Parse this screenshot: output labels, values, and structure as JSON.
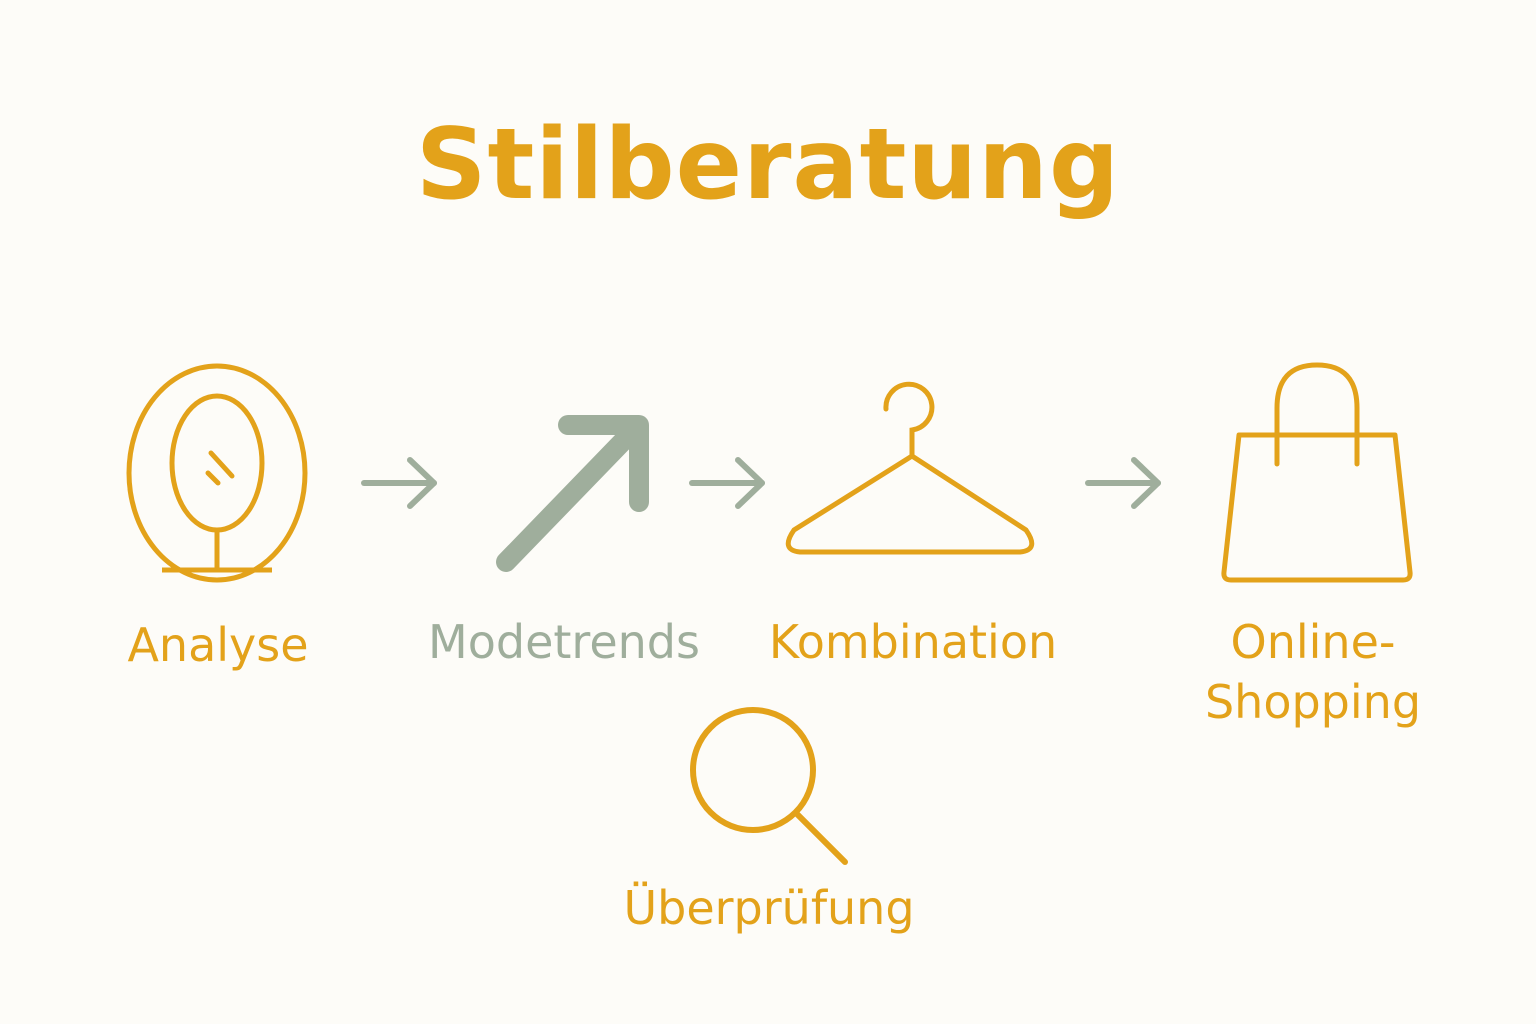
{
  "title": "Stilberatung",
  "colors": {
    "primary": "#e3a21a",
    "secondary": "#9fae9c",
    "background": "#fdfcf8"
  },
  "steps": [
    {
      "label": "Analyse",
      "icon": "mirror-icon",
      "color": "#e3a21a"
    },
    {
      "label": "Modetrends",
      "icon": "trend-arrow-icon",
      "color": "#9fae9c"
    },
    {
      "label": "Kombination",
      "icon": "hanger-icon",
      "color": "#e3a21a"
    },
    {
      "label_line1": "Online-",
      "label_line2": "Shopping",
      "icon": "shopping-bag-icon",
      "color": "#e3a21a"
    },
    {
      "label": "Überprüfung",
      "icon": "magnifier-icon",
      "color": "#e3a21a"
    }
  ],
  "connectors": [
    "arrow-right-icon",
    "arrow-right-icon",
    "arrow-right-icon"
  ]
}
